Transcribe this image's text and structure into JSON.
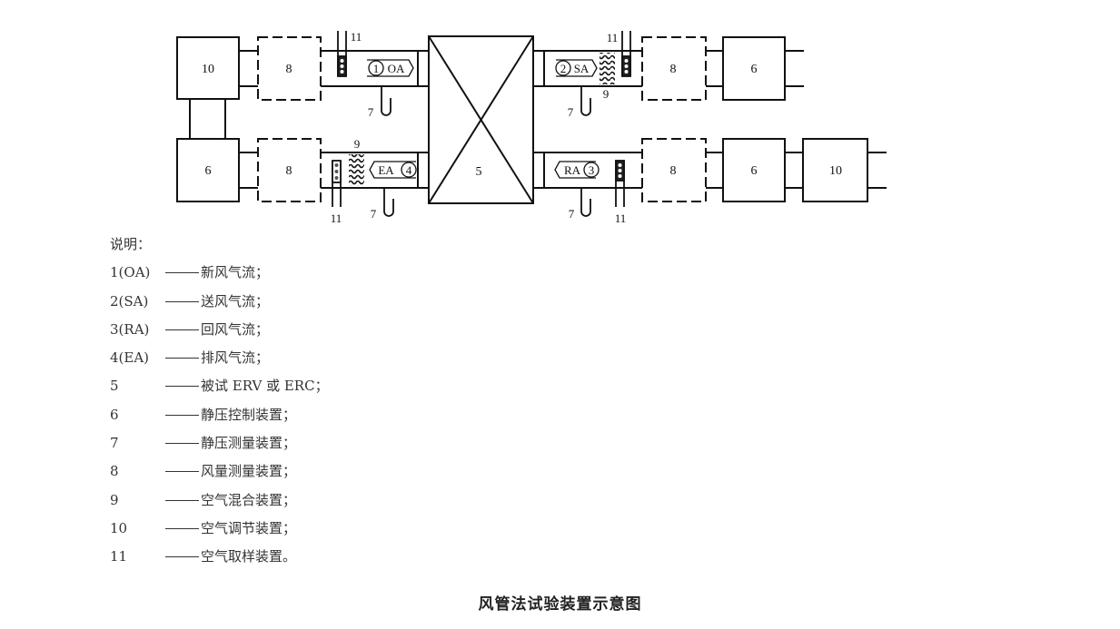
{
  "diagram": {
    "components": {
      "c5": "5",
      "c6": "6",
      "c7": "7",
      "c8": "8",
      "c9": "9",
      "c10": "10",
      "c11": "11"
    },
    "flows": {
      "oa": {
        "num": "1",
        "abbr": "OA"
      },
      "sa": {
        "num": "2",
        "abbr": "SA"
      },
      "ra": {
        "num": "3",
        "abbr": "RA"
      },
      "ea": {
        "num": "4",
        "abbr": "EA"
      }
    }
  },
  "legend": {
    "title": "说明：",
    "items": [
      {
        "key": "1(OA)",
        "desc": "新风气流；"
      },
      {
        "key": "2(SA)",
        "desc": "送风气流；"
      },
      {
        "key": "3(RA)",
        "desc": "回风气流；"
      },
      {
        "key": "4(EA)",
        "desc": "排风气流；"
      },
      {
        "key": "5",
        "desc": "被试 ERV 或 ERC；"
      },
      {
        "key": "6",
        "desc": "静压控制装置；"
      },
      {
        "key": "7",
        "desc": "静压测量装置；"
      },
      {
        "key": "8",
        "desc": "风量测量装置；"
      },
      {
        "key": "9",
        "desc": "空气混合装置；"
      },
      {
        "key": "10",
        "desc": "空气调节装置；"
      },
      {
        "key": "11",
        "desc": "空气取样装置。"
      }
    ]
  },
  "caption": "风管法试验装置示意图"
}
